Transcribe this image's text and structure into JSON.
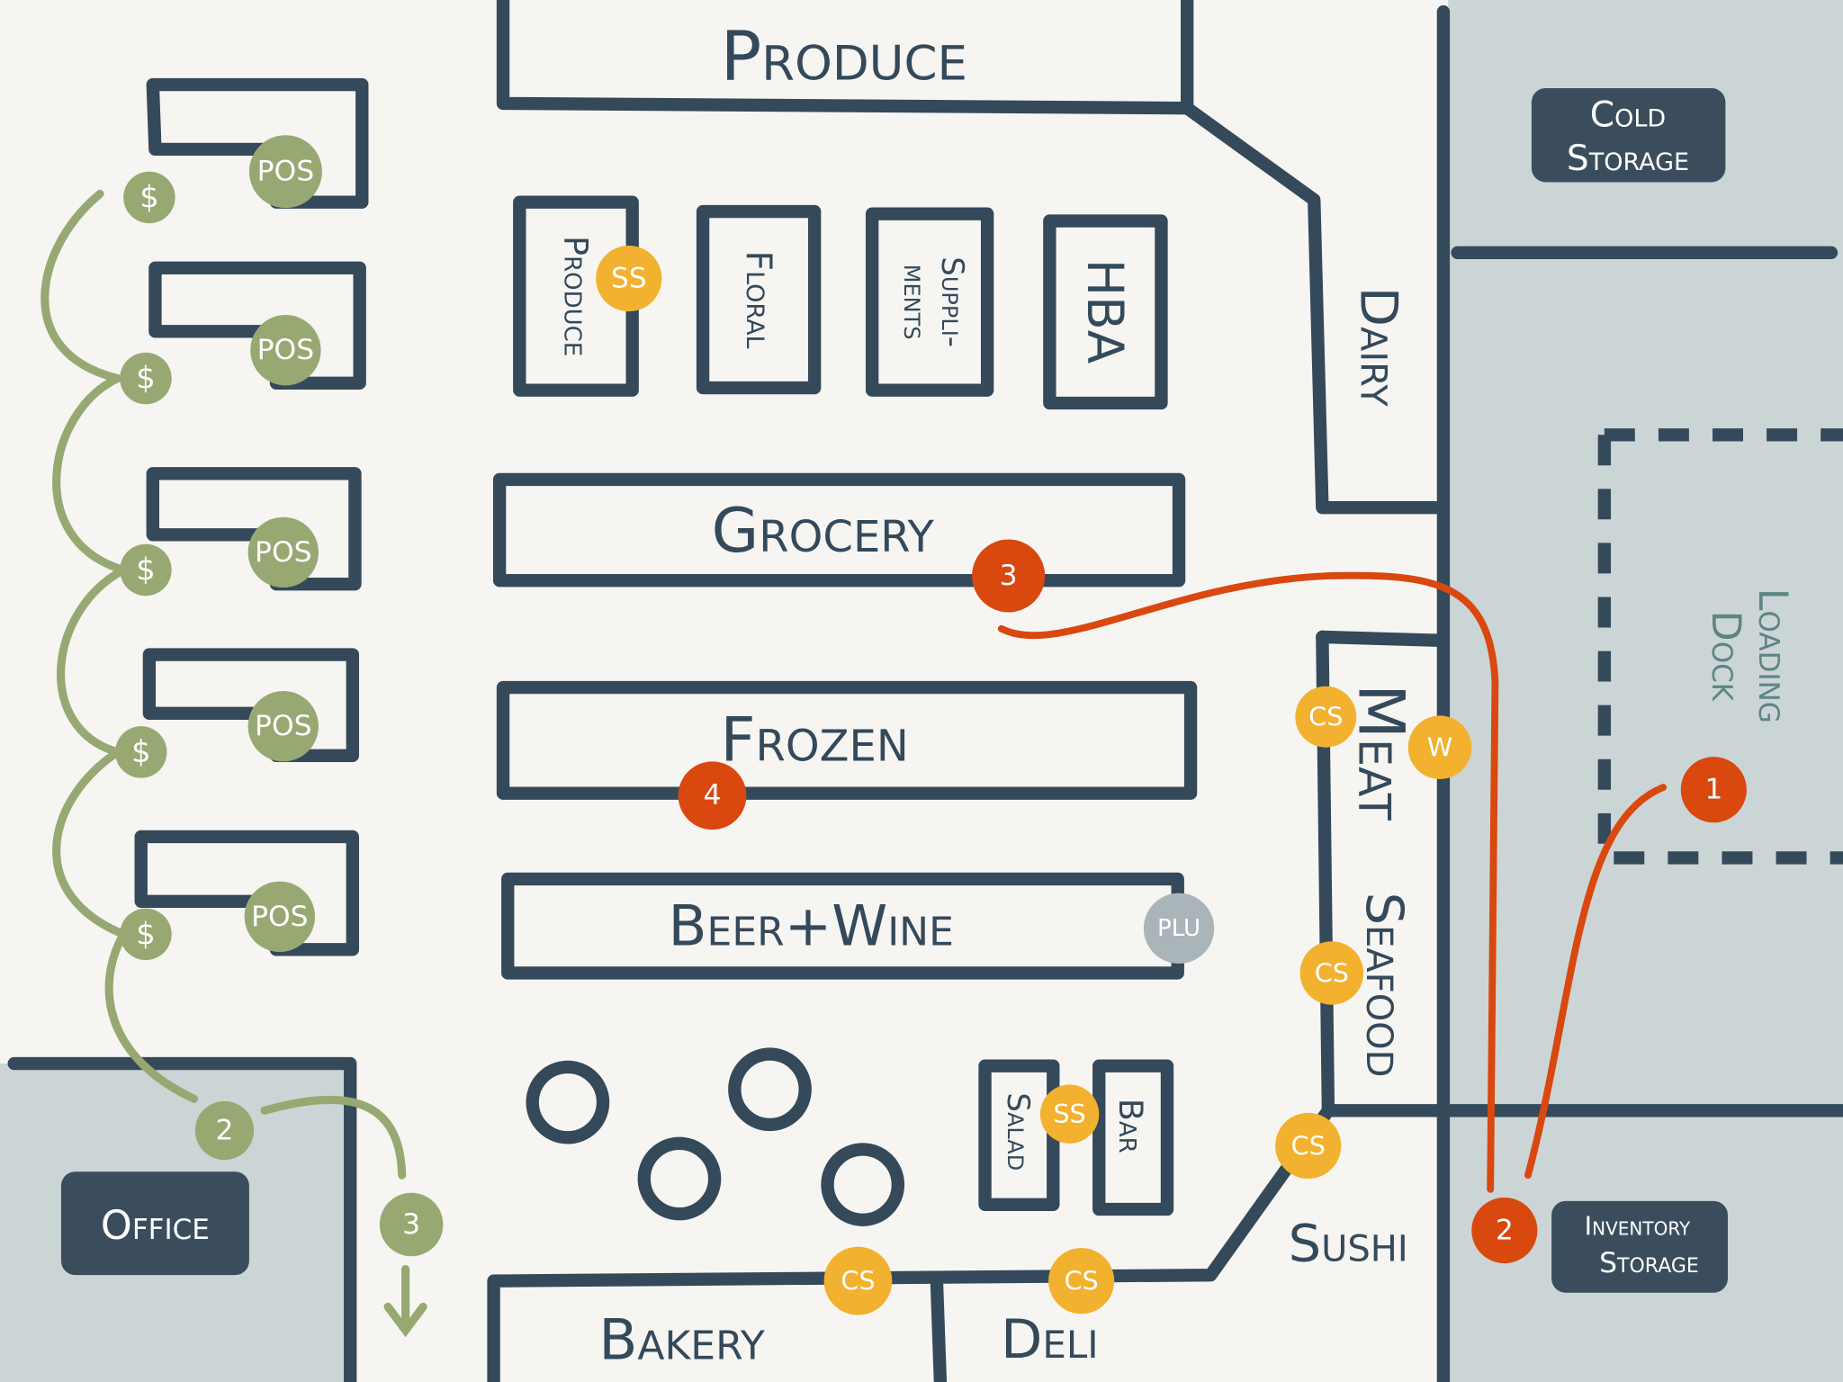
{
  "colors": {
    "walls": "#34495a",
    "checkout_green": "#98a872",
    "station_yellow": "#f2b12e",
    "route_red": "#d9480f",
    "back_room_grey": "#ccd5d6",
    "plu_grey": "#a9b5b8",
    "background": "#f6f5f2"
  },
  "departments": {
    "produce_top": "Produce",
    "produce_shelf": "Produce",
    "floral": "Floral",
    "supplements_1": "Suppli-",
    "supplements_2": "ments",
    "hba": "HBA",
    "dairy": "Dairy",
    "grocery": "Grocery",
    "frozen": "Frozen",
    "beer_wine": "Beer+Wine",
    "meat": "Meat",
    "seafood": "Seafood",
    "salad": "Salad",
    "bar": "Bar",
    "sushi": "Sushi",
    "bakery": "Bakery",
    "deli": "Deli",
    "loading_dock_1": "Loading",
    "loading_dock_2": "Dock"
  },
  "rooms": {
    "cold_storage_1": "Cold",
    "cold_storage_2": "Storage",
    "inventory_storage_1": "Inventory",
    "inventory_storage_2": "Storage",
    "office": "Office"
  },
  "checkouts": {
    "pos_label": "POS",
    "cash_label": "$"
  },
  "stations": {
    "ss": "SS",
    "cs": "CS",
    "w": "W",
    "plu": "PLU"
  },
  "route_red": [
    "1",
    "2",
    "3",
    "4"
  ],
  "route_green": [
    "2",
    "3"
  ]
}
